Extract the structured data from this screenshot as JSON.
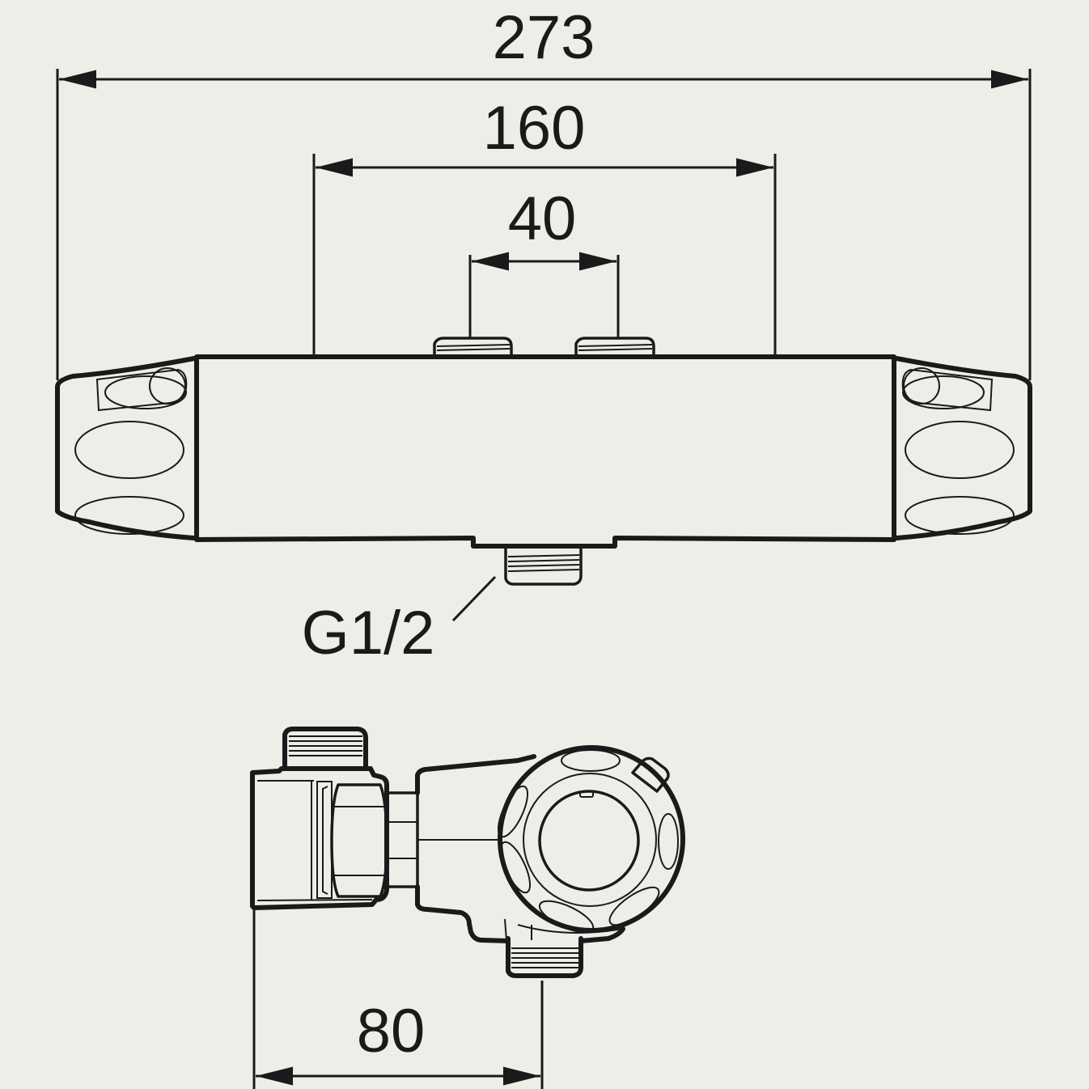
{
  "drawing": {
    "background": "#efede8",
    "line_color": "#1a1a1a",
    "dimensions": {
      "overall_width": "273",
      "inlet_spacing": "160",
      "top_connector_spacing": "40",
      "depth": "80"
    },
    "thread_label": "G1/2"
  }
}
